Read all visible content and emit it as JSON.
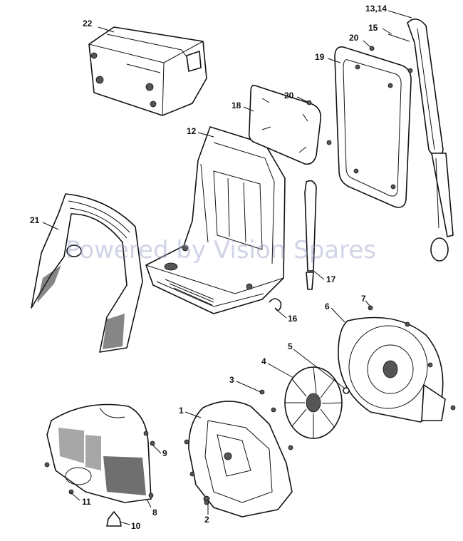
{
  "watermark": "Powered by Vision Spares",
  "callouts": [
    {
      "id": "1",
      "text": "1"
    },
    {
      "id": "2",
      "text": "2"
    },
    {
      "id": "3",
      "text": "3"
    },
    {
      "id": "4",
      "text": "4"
    },
    {
      "id": "5",
      "text": "5"
    },
    {
      "id": "6",
      "text": "6"
    },
    {
      "id": "7",
      "text": "7"
    },
    {
      "id": "8",
      "text": "8"
    },
    {
      "id": "9",
      "text": "9"
    },
    {
      "id": "10",
      "text": "10"
    },
    {
      "id": "11",
      "text": "11"
    },
    {
      "id": "12",
      "text": "12"
    },
    {
      "id": "13_14",
      "text": "13,14"
    },
    {
      "id": "15",
      "text": "15"
    },
    {
      "id": "16",
      "text": "16"
    },
    {
      "id": "17",
      "text": "17"
    },
    {
      "id": "18",
      "text": "18"
    },
    {
      "id": "19",
      "text": "19"
    },
    {
      "id": "20a",
      "text": "20"
    },
    {
      "id": "20b",
      "text": "20"
    },
    {
      "id": "21",
      "text": "21"
    },
    {
      "id": "22",
      "text": "22"
    }
  ]
}
